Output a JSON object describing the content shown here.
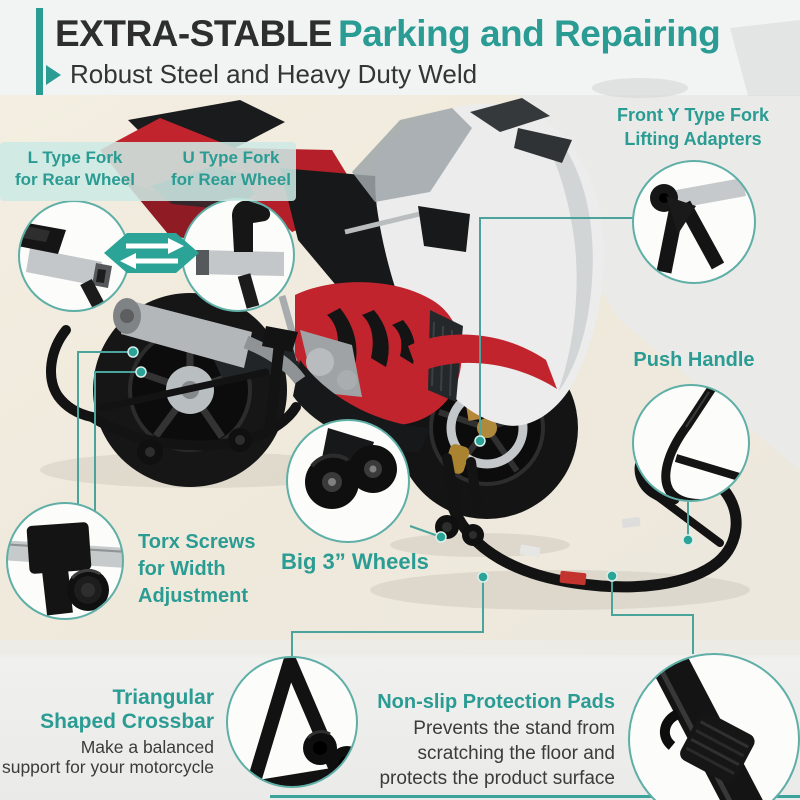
{
  "colors": {
    "accent_teal": "#2A9C93",
    "label_band_mint": "#CDE9E4",
    "callout_line_teal": "#4BA49C",
    "dark_text": "#2E2E2E",
    "body_text": "#3B3B3B",
    "bike_red": "#C2242E",
    "stand_black": "#141414"
  },
  "header": {
    "title_strong": "EXTRA-STABLE",
    "title_accent": "Parking and Repairing",
    "subtitle": "Robust Steel and Heavy Duty Weld"
  },
  "annotations": {
    "l_fork": {
      "line1": "L Type Fork",
      "line2": "for Rear Wheel"
    },
    "u_fork": {
      "line1": "U Type Fork",
      "line2": "for Rear Wheel"
    },
    "y_fork": {
      "line1": "Front Y Type Fork",
      "line2": "Lifting Adapters"
    },
    "push_handle": {
      "label": "Push Handle"
    },
    "torx": {
      "line1": "Torx Screws",
      "line2": "for Width",
      "line3": "Adjustment"
    },
    "big_wheels": {
      "label": "Big 3” Wheels"
    },
    "crossbar": {
      "line1": "Triangular",
      "line2": "Shaped Crossbar",
      "desc1": "Make a balanced",
      "desc2": "support for your motorcycle"
    },
    "pads": {
      "label": "Non-slip Protection Pads",
      "desc1": "Prevents the stand from",
      "desc2": "scratching the floor and",
      "desc3": "protects the product surface"
    }
  },
  "icons": {
    "swap_arrows": "swap-horizontal-arrows",
    "pointer": "play-triangle"
  }
}
